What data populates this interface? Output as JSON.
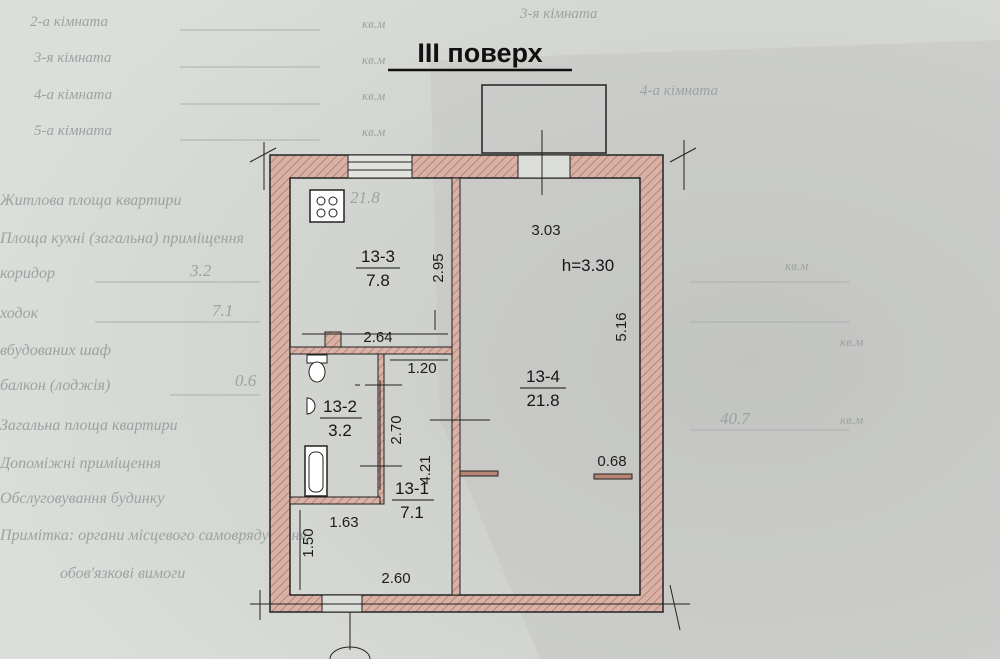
{
  "title": "III поверх",
  "background_form": {
    "header_rows": [
      "2-а кімната",
      "3-я кімната",
      "4-а кімната",
      "5-а кімната"
    ],
    "header_right": "кв.м",
    "header_right_col": [
      "3-я кімната",
      "4-а кімната"
    ],
    "faded_text_lines": [
      "Житлова площа квартири",
      "Площа кухні (загальна) приміщення",
      "коридор",
      "ходок",
      "вбудованих шаф",
      "балкон (лоджія)",
      "Загальна площа квартири",
      "Допоміжні приміщення",
      "Обслуговування будинку",
      "Примітка: органи місцевого самоврядування",
      "обов'язкові вимоги"
    ],
    "faded_values": [
      "21.8",
      "3.2",
      "7.1",
      "0.6",
      "40.7",
      "кв.м",
      "кв.м",
      "кв.м"
    ]
  },
  "rooms": [
    {
      "id": "13-3",
      "area": "7.8"
    },
    {
      "id": "13-2",
      "area": "3.2"
    },
    {
      "id": "13-1",
      "area": "7.1"
    },
    {
      "id": "13-4",
      "area": "21.8"
    }
  ],
  "height_label": "h=3.30",
  "dimensions": [
    "2.95",
    "2.64",
    "1.20",
    "2.70",
    "4.21",
    "1.63",
    "1.50",
    "2.60",
    "3.03",
    "5.16",
    "0.68"
  ],
  "icons": [
    "stove-icon",
    "toilet-icon",
    "sink-icon",
    "bathtub-icon"
  ],
  "colors": {
    "paper": "#d6d8d4",
    "wall_hatch": "#c99b8d",
    "line": "#1e1e1e"
  }
}
